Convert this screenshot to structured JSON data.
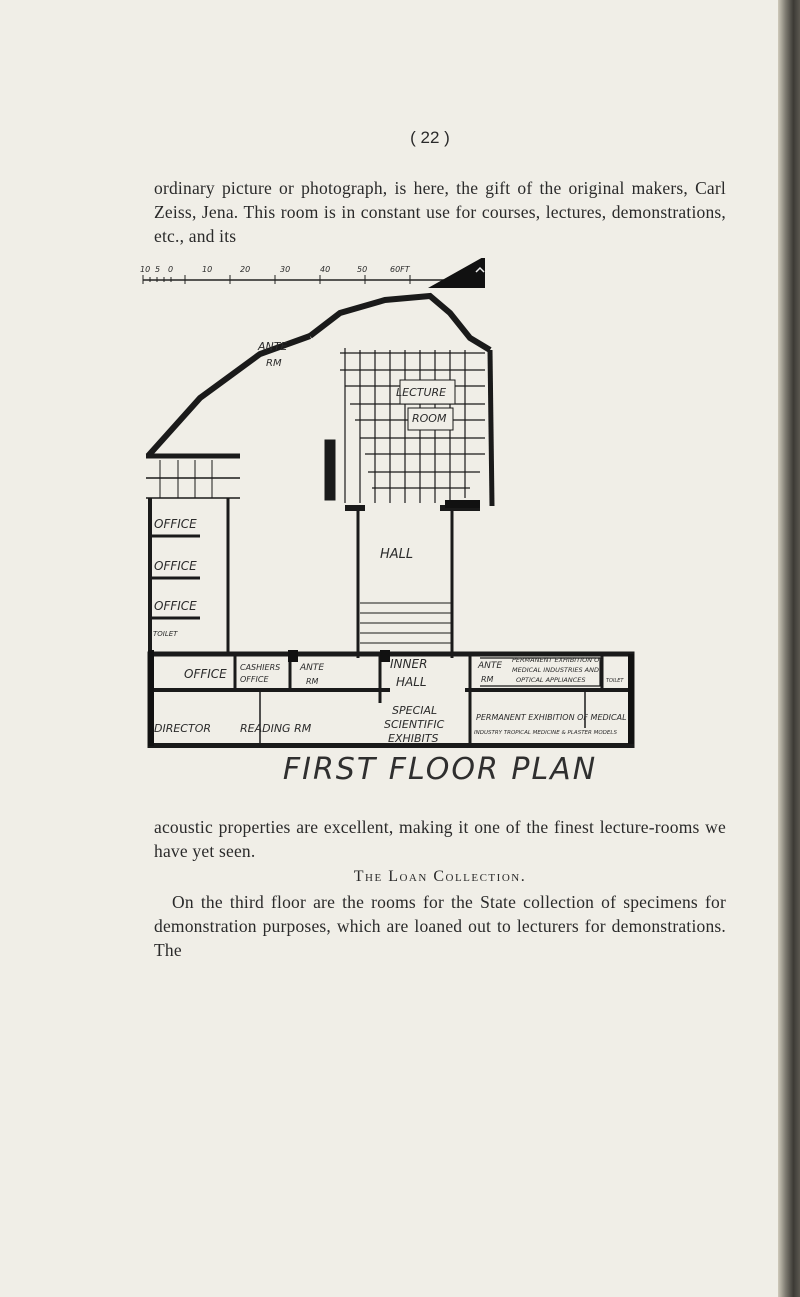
{
  "page_number": "( 22 )",
  "paragraph_top": "ordinary picture or photograph, is here, the gift of the original makers, Carl Zeiss, Jena. This room is in constant use for courses, lectures, demonstrations, etc., and its",
  "plan": {
    "scale_labels": [
      "10",
      "5",
      "0",
      "10",
      "20",
      "30",
      "40",
      "50",
      "60FT"
    ],
    "rooms": {
      "ante_rm_top": [
        "ANTE",
        "RM"
      ],
      "lecture_room": "LECTURE",
      "room_word": "ROOM",
      "office_1": "OFFICE",
      "office_2": "OFFICE",
      "office_3": "OFFICE",
      "hall": "HALL",
      "toilet": "TOILET",
      "office_4": "OFFICE",
      "cashiers_office": [
        "CASHIERS",
        "OFFICE"
      ],
      "ante_rm_middle": [
        "ANTE",
        "RM"
      ],
      "inner_hall": [
        "INNER",
        "HALL"
      ],
      "ante_rm_right": [
        "ANTE",
        "RM"
      ],
      "permanent_exhibition_upper": [
        "PERMANENT EXHIBITION OF",
        "MEDICAL INDUSTRIES AND",
        "OPTICAL APPLIANCES"
      ],
      "toilet_right": "TOILET",
      "directors": "DIRECTOR",
      "reading_rm": "READING RM",
      "special_scientific_exhibits": [
        "SPECIAL",
        "SCIENTIFIC",
        "EXHIBITS"
      ],
      "permanent_exhibition_lower": [
        "PERMANENT EXHIBITION OF MEDICAL",
        "INDUSTRY TROPICAL MEDICINE & PLASTER MODELS"
      ]
    }
  },
  "caption": "FIRST FLOOR PLAN",
  "paragraph_after": "acoustic properties are excellent, making it one of the finest lecture-rooms we have yet seen.",
  "heading": "The Loan Collection.",
  "paragraph_second": "On the third floor are the rooms for the State collection of specimens for demonstration purposes, which are loaned out to lecturers for demonstrations. The",
  "colors": {
    "paper": "#f0eee7",
    "ink": "#2a2a2a"
  }
}
